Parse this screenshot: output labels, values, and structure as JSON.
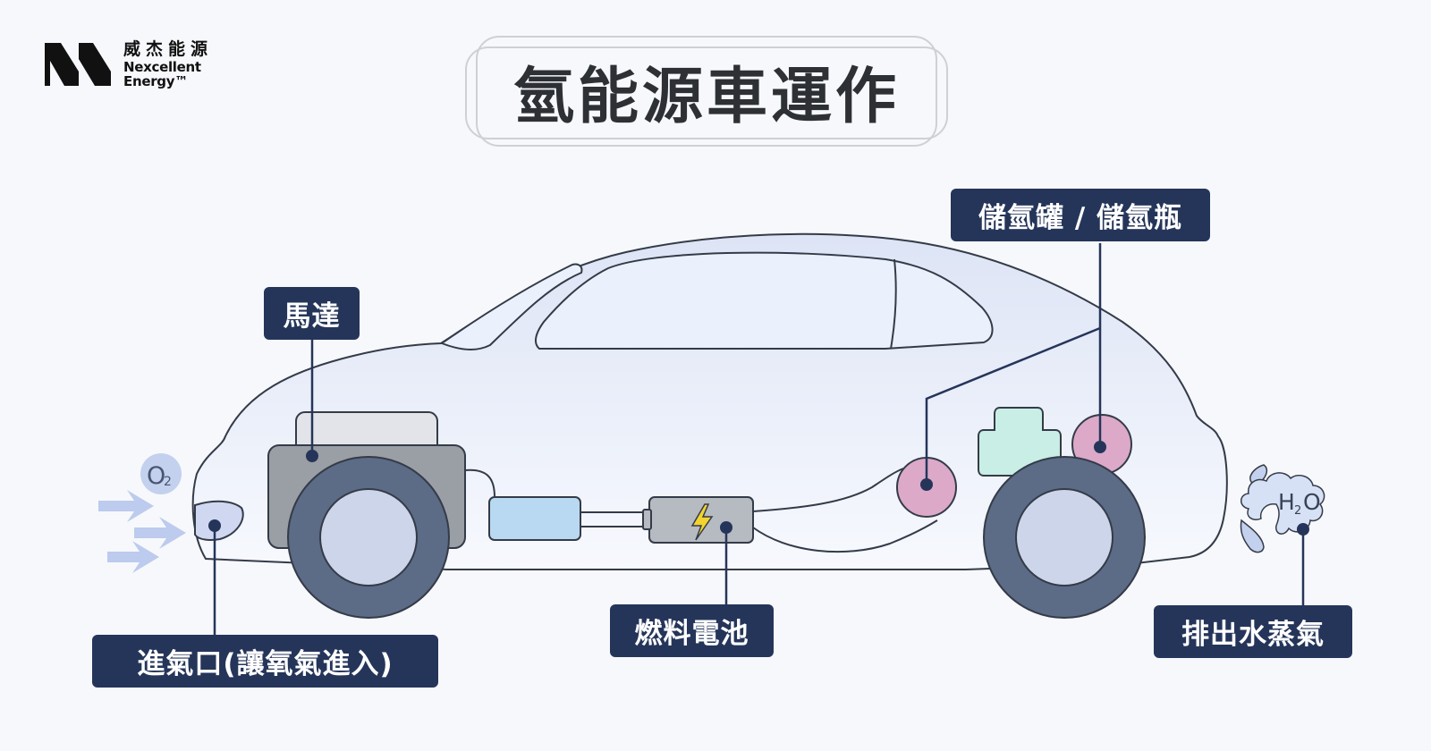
{
  "brand": {
    "name_zh": "威杰能源",
    "name_en_line1": "Nexcellent",
    "name_en_line2": "Energy™"
  },
  "title": "氫能源車運作",
  "labels": {
    "motor": "馬達",
    "tank": "儲氫罐 / 儲氫瓶",
    "fuel_cell": "燃料電池",
    "intake": "進氣口(讓氧氣進入)",
    "exhaust": "排出水蒸氣"
  },
  "chemicals": {
    "oxygen_main": "O",
    "oxygen_sub": "2",
    "water_h": "H",
    "water_sub": "2",
    "water_o": "O"
  },
  "colors": {
    "label_bg": "#25355a",
    "car_body": "#e6ecf8",
    "tank_pink": "#dca9c9",
    "wheel": "#5c6b86",
    "hub": "#cdd5ea",
    "motor": "#9a9ea5",
    "battery": "#b8d9f1",
    "fuel_cell": "#b6bac1",
    "mint_box": "#c8eee6",
    "air_flow": "#bccbee",
    "bolt": "#f3d42d"
  }
}
